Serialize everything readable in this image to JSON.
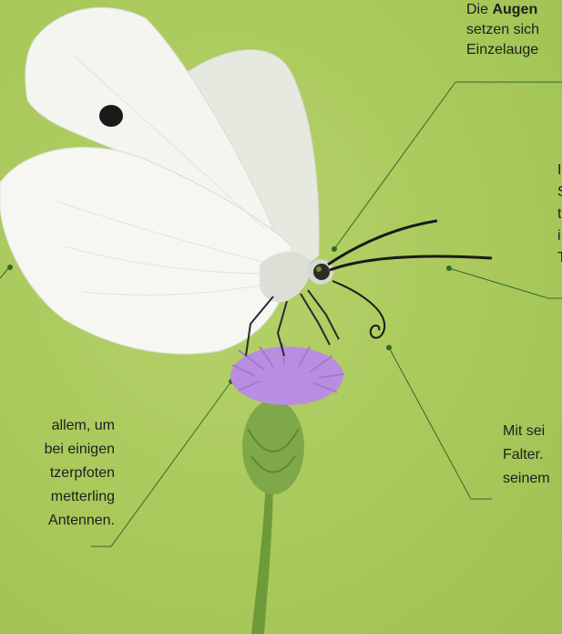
{
  "callouts": {
    "eyes": {
      "bold": "Augen",
      "line1_before": "Die ",
      "line2": "setzen sich",
      "line3": "Einzelauge"
    },
    "proboscis": {
      "lines": [
        "Mit sei",
        "Falter.",
        "seinem"
      ]
    },
    "legs": {
      "lines": [
        "allem, um",
        "bei einigen",
        "tzerpfoten",
        "metterling",
        "Antennen."
      ]
    },
    "antennae": {
      "lines": [
        "I",
        "S",
        "t",
        "i",
        "T"
      ]
    }
  },
  "colors": {
    "background": "#a9c95b",
    "leader_line": "#2f6b2a",
    "flower": "#b98ee0",
    "stem": "#6e9a3a"
  },
  "icons": {
    "butterfly": "cabbage-white-butterfly",
    "flower": "thistle-flower"
  }
}
